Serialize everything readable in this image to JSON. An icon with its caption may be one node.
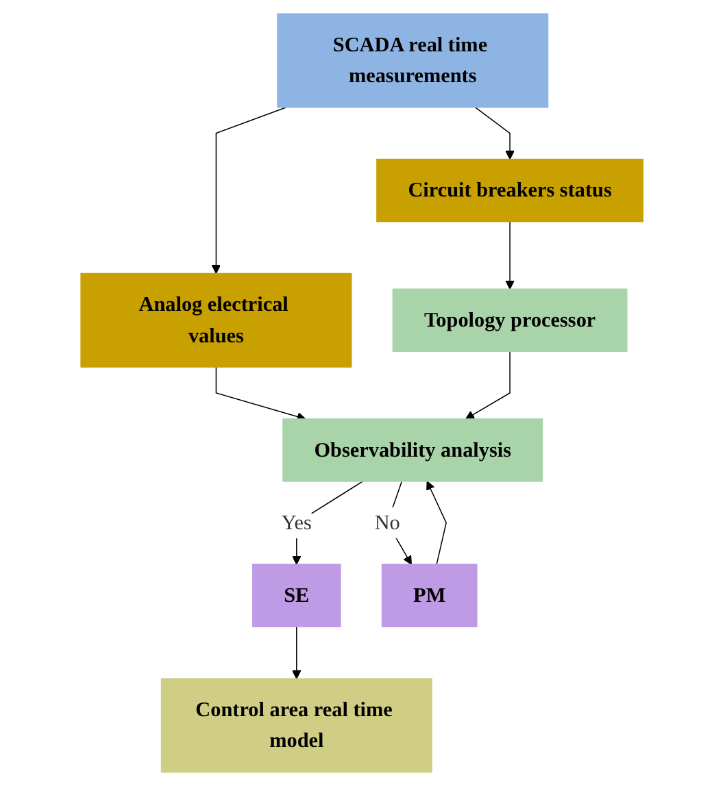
{
  "diagram": {
    "nodes": [
      {
        "text": [
          "SCADA real time measurements"
        ]
      },
      {
        "text": [
          "Circuit breakers status"
        ]
      },
      {
        "text": [
          "Analog electrical values"
        ]
      },
      {
        "text": [
          "Topology processor"
        ]
      },
      {
        "text": [
          "Observability analysis"
        ]
      },
      {
        "text": [
          "SE"
        ]
      },
      {
        "text": [
          "PM"
        ]
      },
      {
        "text": [
          "Control area real time model"
        ]
      }
    ],
    "edges": [
      {
        "from": 0,
        "to": 1,
        "arrow": "to"
      },
      {
        "from": 0,
        "to": 2,
        "arrow": "to"
      },
      {
        "from": 1,
        "to": 3,
        "arrow": "to"
      },
      {
        "from": 2,
        "to": 4,
        "arrow": "to"
      },
      {
        "from": 3,
        "to": 4,
        "arrow": "to"
      },
      {
        "from": 4,
        "to": 5,
        "label": "Yes",
        "arrow": "to"
      },
      {
        "from": 4,
        "to": 6,
        "label": "No",
        "arrow": "to"
      },
      {
        "from": 6,
        "to": 4,
        "arrow": "to"
      },
      {
        "from": 5,
        "to": 7,
        "arrow": "to"
      }
    ]
  }
}
